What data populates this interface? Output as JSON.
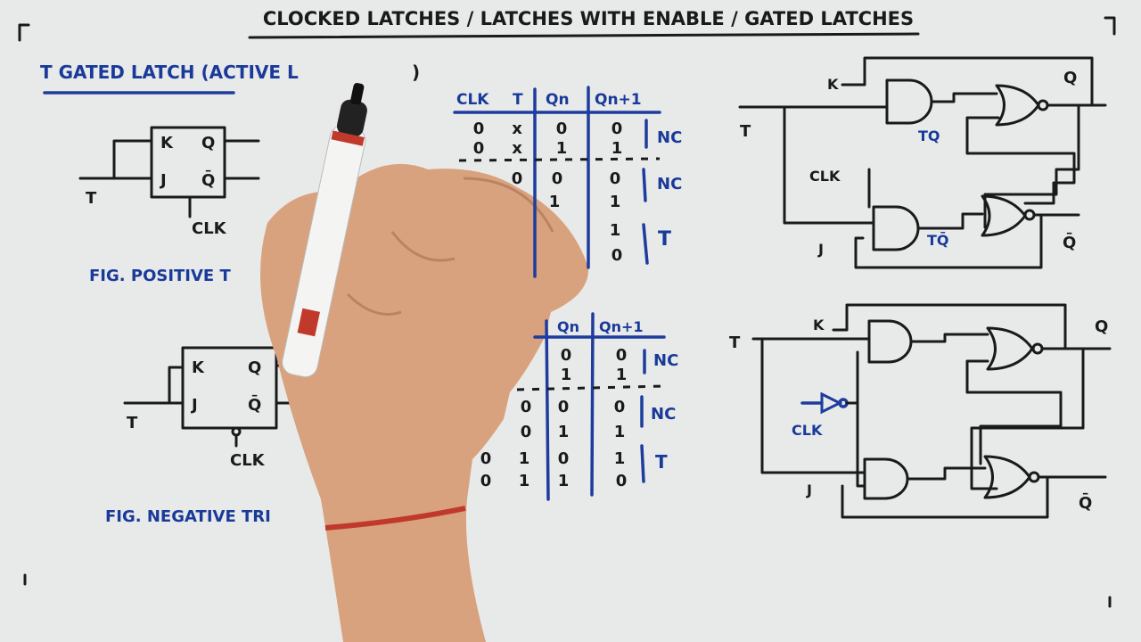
{
  "title": "CLOCKED LATCHES / LATCHES WITH ENABLE / GATED LATCHES",
  "heading": "T GATED LATCH (ACTIVE L",
  "heading_close": ")",
  "block1": {
    "k": "K",
    "j": "J",
    "q": "Q",
    "qbar": "Q̄",
    "t": "T",
    "clk": "CLK",
    "caption": "FIG. POSITIVE T"
  },
  "block2": {
    "k": "K",
    "j": "J",
    "q": "Q",
    "qbar": "Q̄",
    "t": "T",
    "clk": "CLK",
    "caption": "FIG. NEGATIVE TRI"
  },
  "table1": {
    "headers": [
      "CLK",
      "T",
      "Qn",
      "Qn+1"
    ],
    "rows": [
      [
        "0",
        "x",
        "0",
        "0"
      ],
      [
        "0",
        "x",
        "1",
        "1"
      ],
      [
        "",
        "0",
        "0",
        "0"
      ],
      [
        "",
        "",
        "1",
        "1"
      ],
      [
        "",
        "",
        "",
        "1"
      ],
      [
        "",
        "",
        "",
        "0"
      ]
    ],
    "notes": [
      "NC",
      "NC",
      "T"
    ]
  },
  "table2": {
    "headers": [
      "",
      "",
      "Qn",
      "Qn+1"
    ],
    "rows": [
      [
        "",
        "",
        "0",
        "0"
      ],
      [
        "",
        "",
        "1",
        "1"
      ],
      [
        "",
        "0",
        "0",
        "0"
      ],
      [
        "",
        "0",
        "1",
        "1"
      ],
      [
        "0",
        "1",
        "0",
        "1"
      ],
      [
        "0",
        "1",
        "1",
        "0"
      ]
    ],
    "notes": [
      "NC",
      "NC",
      "T"
    ]
  },
  "circuit1": {
    "k": "K",
    "t": "T",
    "clk": "CLK",
    "j": "J",
    "tq": "TQ",
    "tqbar": "TQ̄",
    "q": "Q",
    "qbar": "Q̄"
  },
  "circuit2": {
    "k": "K",
    "t": "T",
    "clk": "CLK",
    "j": "J",
    "q": "Q",
    "qbar": "Q̄"
  },
  "colors": {
    "board": "#e8eae9",
    "ink": "#1a1a1a",
    "blue_ink": "#1a3a9a",
    "skin": "#d9a27e"
  }
}
